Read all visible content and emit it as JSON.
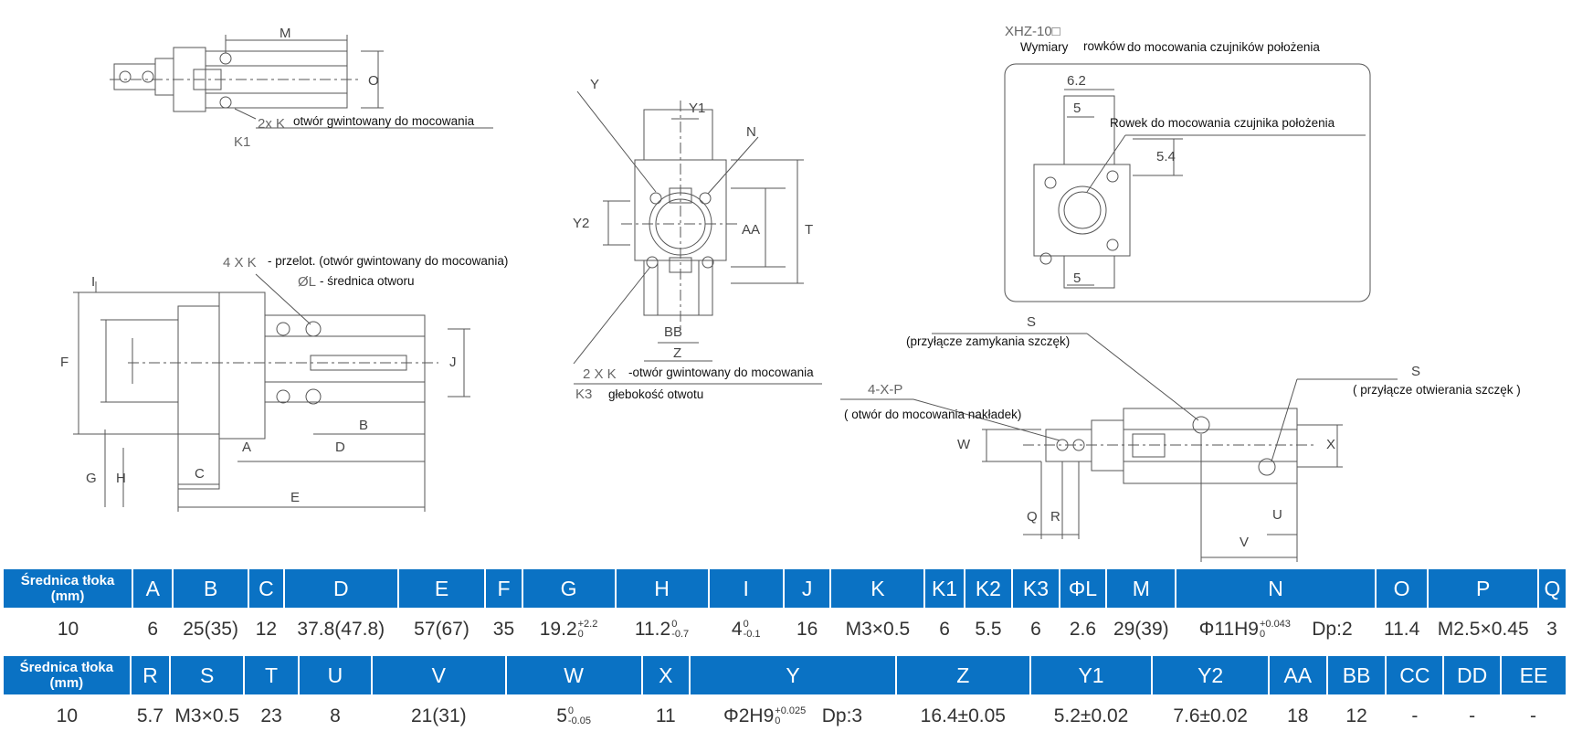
{
  "drawing": {
    "top_left": {
      "dim_M": "M",
      "dim_O": "O",
      "label_2xK": "2x K",
      "note_2xK": "otwór gwintowany do mocowania",
      "label_K1": "K1"
    },
    "bottom_left": {
      "label_4xK": "4 X  K",
      "note_4xK": "- przelot. (otwór gwintowany do mocowania)",
      "label_phiL": "ØL",
      "note_phiL": "- średnica otworu",
      "dim_I": "I",
      "dim_F": "F",
      "dim_J": "J",
      "dim_B": "B",
      "dim_A": "A",
      "dim_D": "D",
      "dim_C": "C",
      "dim_E": "E",
      "dim_G": "G",
      "dim_H": "H"
    },
    "center": {
      "dim_Y": "Y",
      "dim_Y1": "Y1",
      "dim_N": "N",
      "dim_Y2": "Y2",
      "dim_AA": "AA",
      "dim_T": "T",
      "dim_BB": "BB",
      "dim_Z": "Z",
      "label_2xK": "2 X   K",
      "note_2xK": "-otwór gwintowany do mocowania",
      "label_K3": "K3",
      "note_K3": "głebokość otwotu"
    },
    "right_top": {
      "model": "XHZ-10□",
      "caption_part1": "Wymiary",
      "caption_part2": "rowków",
      "caption_part3": "do mocowania czujników położenia",
      "dim_62": "6.2",
      "dim_5_top": "5",
      "dim_54": "5.4",
      "dim_5_bottom": "5",
      "note_groove": "Rowek do mocowania czujnika położenia"
    },
    "right_bottom": {
      "label_S_close": "S",
      "note_S_close": "(przyłącze zamykania szczęk)",
      "label_4xP": "4-X-P",
      "note_4xP": "( otwór do mocowania nakładek)",
      "label_S_open": "S",
      "note_S_open": "( przyłącze otwierania szczęk )",
      "dim_W": "W",
      "dim_X": "X",
      "dim_Q": "Q",
      "dim_R": "R",
      "dim_U": "U",
      "dim_V": "V"
    }
  },
  "table1": {
    "header_first": "Średnica tłoka (mm)",
    "headers": [
      "A",
      "B",
      "C",
      "D",
      "E",
      "F",
      "G",
      "H",
      "I",
      "J",
      "K",
      "K1",
      "K2",
      "K3",
      "ΦL",
      "M",
      "N",
      "O",
      "P",
      "Q"
    ],
    "row_first": "10",
    "cells": {
      "A": "6",
      "B": "25(35)",
      "C": "12",
      "D": "37.8(47.8)",
      "E": "57(67)",
      "F": "35",
      "G_main": "19.2",
      "G_upper": "+2.2",
      "G_lower": "0",
      "H_main": "11.2",
      "H_upper": "0",
      "H_lower": "-0.7",
      "I_main": "4",
      "I_upper": "0",
      "I_lower": "-0.1",
      "J": "16",
      "K": "M3×0.5",
      "K1": "6",
      "K2": "5.5",
      "K3": "6",
      "L": "2.6",
      "M": "29(39)",
      "N_main": "Φ11H9",
      "N_upper": "+0.043",
      "N_lower": "0",
      "N_extra": "Dp:2",
      "O": "11.4",
      "P": "M2.5×0.45",
      "Q": "3"
    }
  },
  "table2": {
    "header_first": "Średnica tłoka (mm)",
    "headers": [
      "R",
      "S",
      "T",
      "U",
      "V",
      "W",
      "X",
      "Y",
      "Z",
      "Y1",
      "Y2",
      "AA",
      "BB",
      "CC",
      "DD",
      "EE"
    ],
    "row_first": "10",
    "cells": {
      "R": "5.7",
      "S": "M3×0.5",
      "T": "23",
      "U": "8",
      "V": "21(31)",
      "W_main": "5",
      "W_upper": "0",
      "W_lower": "-0.05",
      "X": "11",
      "Y_main": "Φ2H9",
      "Y_upper": "+0.025",
      "Y_lower": "0",
      "Y_extra": "Dp:3",
      "Z": "16.4±0.05",
      "Y1": "5.2±0.02",
      "Y2": "7.6±0.02",
      "AA": "18",
      "BB": "12",
      "CC": "-",
      "DD": "-",
      "EE": "-"
    }
  }
}
